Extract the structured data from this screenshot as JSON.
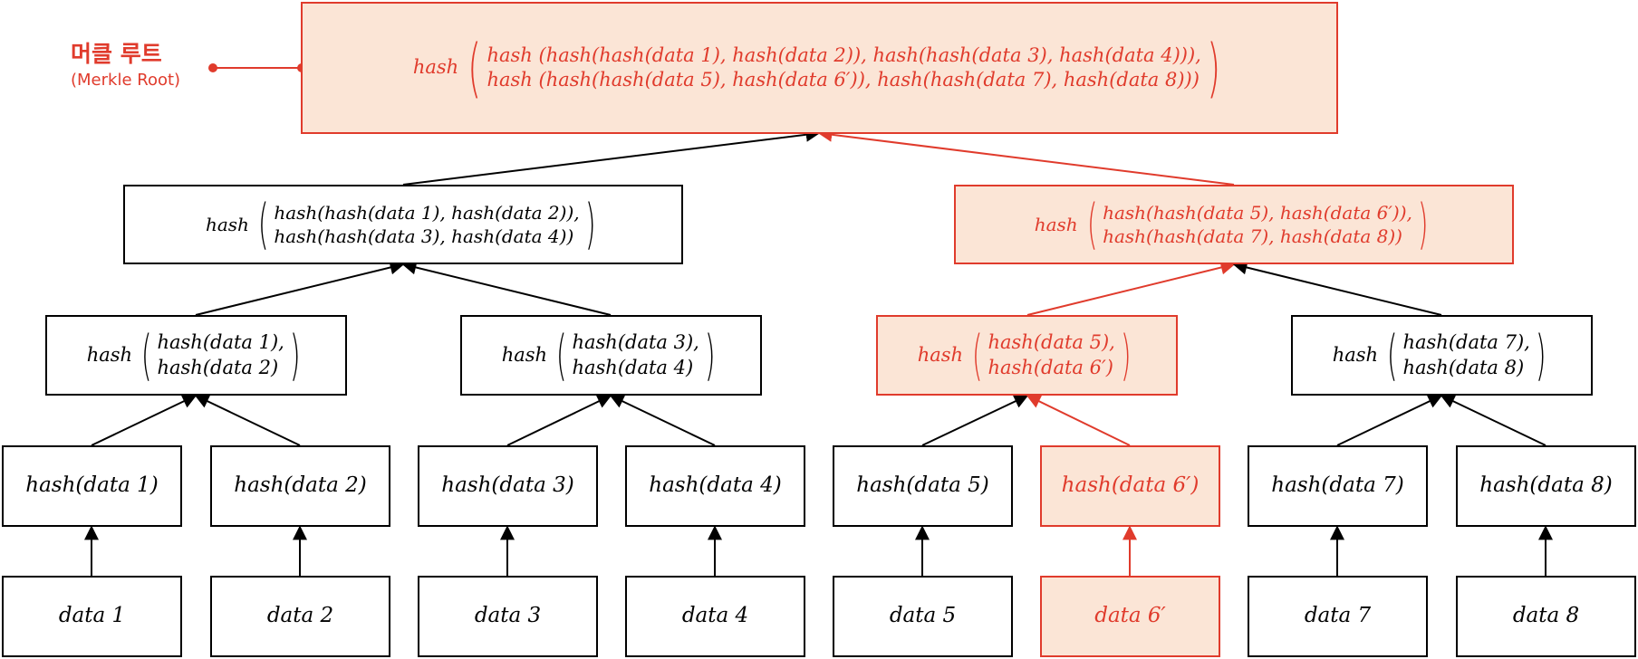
{
  "colors": {
    "accent": "#e03b2c",
    "accent_fill": "#fbe5d6",
    "line": "#000000"
  },
  "root_label": {
    "ko": "머클 루트",
    "en": "(Merkle Root)"
  },
  "root": {
    "fn": "hash",
    "line1": "hash (hash(hash(data 1), hash(data 2)), hash(hash(data 3), hash(data 4))),",
    "line2": "hash (hash(hash(data 5), hash(data 6′)), hash(hash(data 7), hash(data 8)))"
  },
  "level1": [
    {
      "fn": "hash",
      "line1": "hash(hash(data 1), hash(data 2)),",
      "line2": "hash(hash(data 3), hash(data 4))"
    },
    {
      "fn": "hash",
      "line1": "hash(hash(data 5), hash(data 6′)),",
      "line2": "hash(hash(data 7), hash(data 8))"
    }
  ],
  "level2": [
    {
      "fn": "hash",
      "line1": "hash(data 1),",
      "line2": "hash(data 2)"
    },
    {
      "fn": "hash",
      "line1": "hash(data 3),",
      "line2": "hash(data 4)"
    },
    {
      "fn": "hash",
      "line1": "hash(data 5),",
      "line2": "hash(data 6′)"
    },
    {
      "fn": "hash",
      "line1": "hash(data 7),",
      "line2": "hash(data 8)"
    }
  ],
  "hash_leaves": [
    "hash(data 1)",
    "hash(data 2)",
    "hash(data 3)",
    "hash(data 4)",
    "hash(data 5)",
    "hash(data 6′)",
    "hash(data 7)",
    "hash(data 8)"
  ],
  "data_leaves": [
    "data 1",
    "data 2",
    "data 3",
    "data 4",
    "data 5",
    "data 6′",
    "data 7",
    "data 8"
  ]
}
